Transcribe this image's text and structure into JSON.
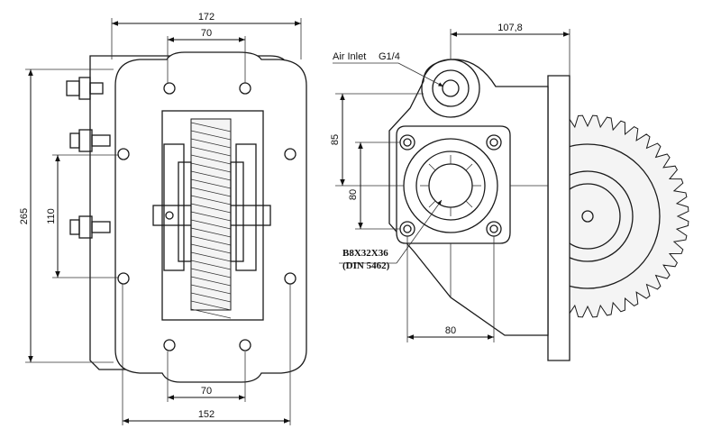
{
  "left_view": {
    "dim_top_overall": "172",
    "dim_top_bolts": "70",
    "dim_height_overall": "265",
    "dim_height_bolts": "110",
    "dim_bottom_bolts": "70",
    "dim_bottom_overall": "152"
  },
  "right_view": {
    "dim_top_width": "107,8",
    "label_air_inlet": "Air Inlet",
    "label_air_thread": "G1/4",
    "dim_vertical_85": "85",
    "dim_vertical_80": "80",
    "dim_bottom_80": "80",
    "label_spline": "B8X32X36",
    "label_spline_std": "(DIN 5462)"
  }
}
